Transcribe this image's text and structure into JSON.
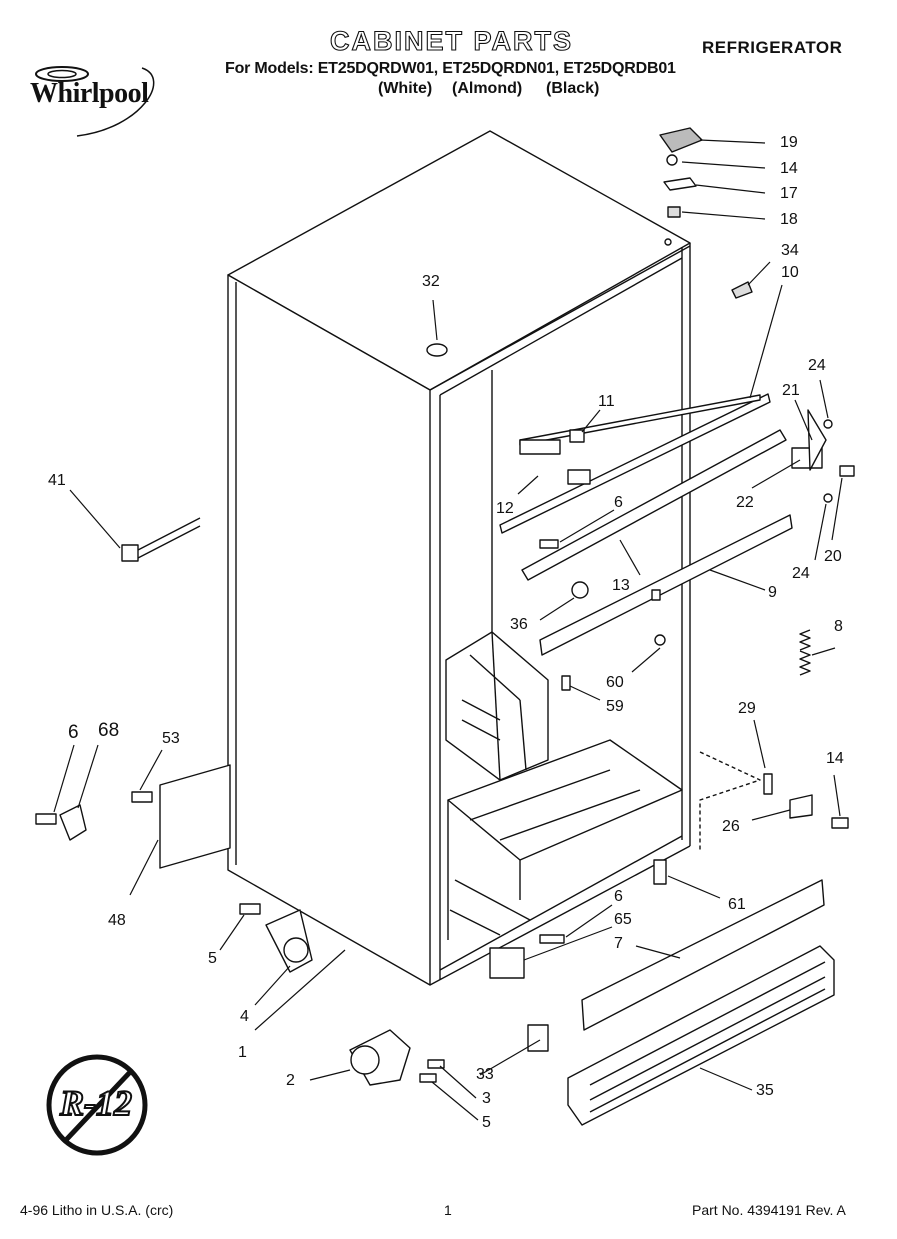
{
  "header": {
    "title": "CABINET PARTS",
    "appliance": "REFRIGERATOR",
    "models_line": "For Models: ET25DQRDW01, ET25DQRDN01, ET25DQRDB01",
    "colors": [
      "(White)",
      "(Almond)",
      "(Black)"
    ],
    "brand": "Whirlpool"
  },
  "badge": {
    "text": "R-12"
  },
  "callouts": [
    "19",
    "14",
    "17",
    "18",
    "34",
    "10",
    "32",
    "11",
    "24",
    "21",
    "41",
    "12",
    "6",
    "22",
    "20",
    "24",
    "13",
    "9",
    "36",
    "8",
    "60",
    "59",
    "29",
    "6",
    "68",
    "53",
    "14",
    "26",
    "48",
    "61",
    "6",
    "65",
    "7",
    "5",
    "4",
    "1",
    "2",
    "33",
    "3",
    "5",
    "35"
  ],
  "footer": {
    "left": "4-96 Litho in U.S.A. (crc)",
    "page": "1",
    "part": "Part No. 4394191 Rev. A"
  }
}
